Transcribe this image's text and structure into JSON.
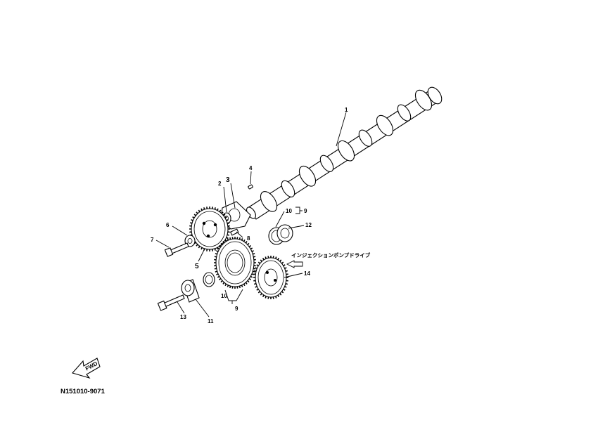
{
  "callouts": {
    "c1": "1",
    "c2": "2",
    "c3": "3",
    "c4": "4",
    "c5": "5",
    "c6": "6",
    "c7": "7",
    "c8": "8",
    "c9a": "9",
    "c9b": "9",
    "c10a": "10",
    "c10b": "10",
    "c11": "11",
    "c12": "12",
    "c13": "13",
    "c14": "14"
  },
  "note": "インジェクションポンプドライブ",
  "fwd_label": "FWD",
  "figure_code": "N151010-9071",
  "colors": {
    "ink": "#000000",
    "paper": "#ffffff"
  }
}
